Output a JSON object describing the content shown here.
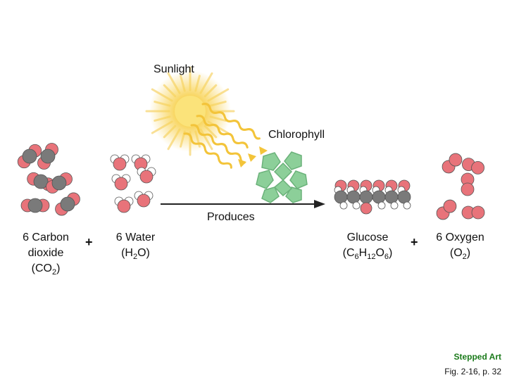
{
  "sunlight_label": "Sunlight",
  "chlorophyll_label": "Chlorophyll",
  "produces_label": "Produces",
  "reactants": {
    "co2": {
      "line1": "6 Carbon",
      "line2": "dioxide",
      "formula_open": "(CO",
      "formula_sub": "2",
      "formula_close": ")"
    },
    "plus": "+",
    "water": {
      "line1": "6 Water",
      "f_open": "(H",
      "f_sub": "2",
      "f_close": "O)"
    }
  },
  "products": {
    "glucose": {
      "line1": "Glucose",
      "f_a": "(C",
      "f_b": "6",
      "f_c": "H",
      "f_d": "12",
      "f_e": "O",
      "f_f": "6",
      "f_g": ")"
    },
    "plus": "+",
    "oxygen": {
      "line1": "6 Oxygen",
      "f_open": "(O",
      "f_sub": "2",
      "f_close": ")"
    }
  },
  "footer": {
    "stepped_art": "Stepped Art",
    "fig_ref": "Fig. 2-16, p. 32"
  },
  "colors": {
    "oxygen_atom": "#e8737a",
    "carbon_atom": "#7a7a7a",
    "hydrogen_atom": "#ffffff",
    "chlorophyll": "#8ccf99",
    "sun": "#f5c842",
    "arrow": "#222222",
    "footer_green": "#1a7a1a"
  }
}
